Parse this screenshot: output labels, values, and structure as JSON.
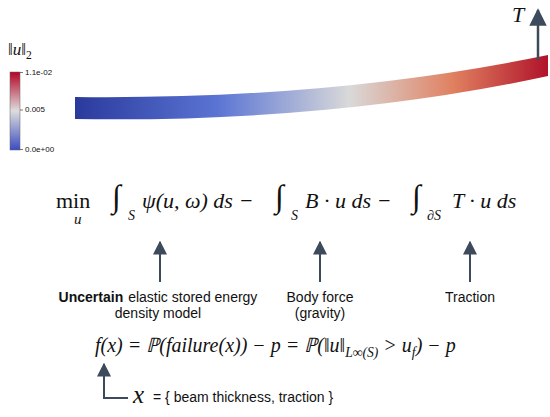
{
  "diagram": {
    "labels": [
      "‖u‖",
      "2",
      "1.1e-02",
      "0.005",
      "0.0e+00",
      "T",
      "min",
      "u",
      "∫",
      "S",
      "ψ(u, ω) ds −",
      "∫",
      "S",
      "B · u ds −",
      "∫",
      "∂S",
      "T · u ds",
      "Uncertain",
      "elastic stored energy density model",
      "Body force (gravity)",
      "Traction",
      "f(x) = ℙ(failure(x)) − p = ℙ(‖u‖",
      "L∞(S)",
      "> u",
      "f",
      ") − p",
      "x",
      "= { beam thickness, traction }"
    ]
  }
}
